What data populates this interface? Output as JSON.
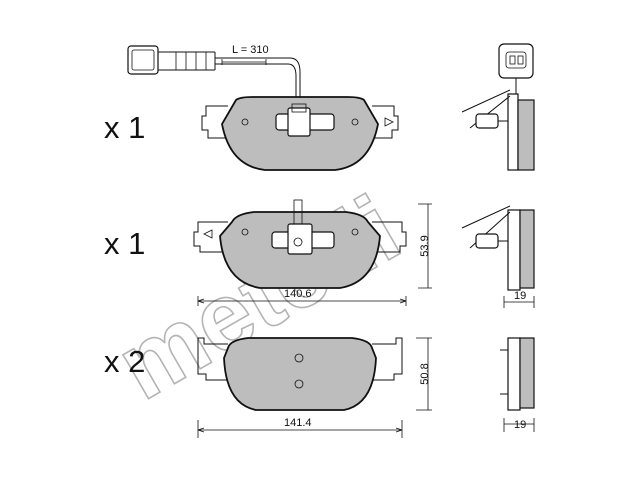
{
  "watermark": "metelli",
  "wire_length_label": "L = 310",
  "pads": [
    {
      "quantity": "x 1",
      "width": "",
      "height": "",
      "thickness": ""
    },
    {
      "quantity": "x 1",
      "width": "140.6",
      "height": "53.9",
      "thickness": "19"
    },
    {
      "quantity": "x 2",
      "width": "141.4",
      "height": "50.8",
      "thickness": "19"
    }
  ],
  "colors": {
    "pad_fill": "#bdbdbd",
    "outline": "#111111",
    "watermark": "#b4b4b4"
  }
}
